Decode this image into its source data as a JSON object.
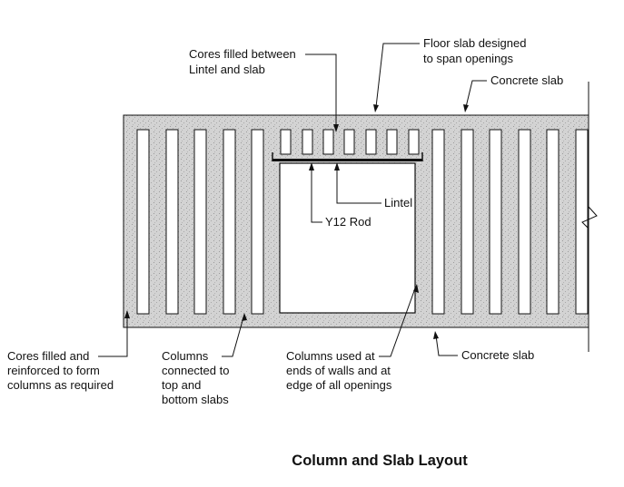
{
  "title": "Column and Slab Layout",
  "labels": {
    "cores_lintel": [
      "Cores filled between",
      "Lintel and slab"
    ],
    "floor_slab": [
      "Floor slab designed",
      "to span openings"
    ],
    "concrete_slab_top": [
      "Concrete slab"
    ],
    "lintel": [
      "Lintel"
    ],
    "rod": [
      "Y12 Rod"
    ],
    "cores_filled": [
      "Cores filled and",
      "reinforced to form",
      "columns as required"
    ],
    "columns_connected": [
      "Columns",
      "connected to",
      "top and",
      "bottom slabs"
    ],
    "columns_used": [
      "Columns used at",
      "ends of walls and at",
      "edge of all openings"
    ],
    "concrete_slab_bottom": [
      "Concrete slab"
    ]
  },
  "colors": {
    "fill": "#d2d2d2",
    "line": "#111111"
  }
}
